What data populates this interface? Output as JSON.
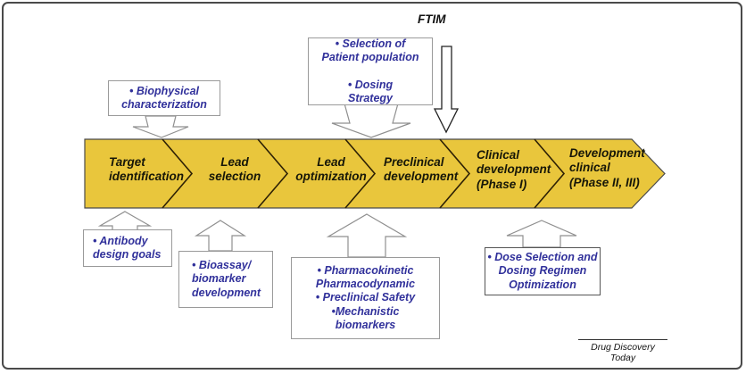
{
  "figure": {
    "ftim_label": "FTIM",
    "credit": "Drug Discovery Today",
    "colors": {
      "band_fill": "#E9C63C",
      "band_edge": "#4A4A4A",
      "divider_line": "#2E2105",
      "stage_text": "#171708",
      "annotation_text": "#31319B",
      "annotation_border": "#9A9A9A"
    }
  },
  "pipeline": {
    "stages": [
      {
        "label": "Target\nidentification"
      },
      {
        "label": "Lead\nselection"
      },
      {
        "label": "Lead\noptimization"
      },
      {
        "label": "Preclinical\ndevelopment"
      },
      {
        "label": "Clinical\ndevelopment\n(Phase I)"
      },
      {
        "label": "Development\nclinical\n(Phase II, III)"
      }
    ]
  },
  "annotations": {
    "top": [
      {
        "text": "• Biophysical\ncharacterization"
      },
      {
        "text": "• Selection of\nPatient population\n\n• Dosing\nStrategy"
      }
    ],
    "bottom": [
      {
        "text": "• Antibody\ndesign goals"
      },
      {
        "text": "• Bioassay/\nbiomarker\ndevelopment"
      },
      {
        "text": "• Pharmacokinetic\nPharmacodynamic\n• Preclinical Safety\n•Mechanistic\nbiomarkers"
      },
      {
        "text": "• Dose Selection and\nDosing Regimen\nOptimization"
      }
    ]
  }
}
